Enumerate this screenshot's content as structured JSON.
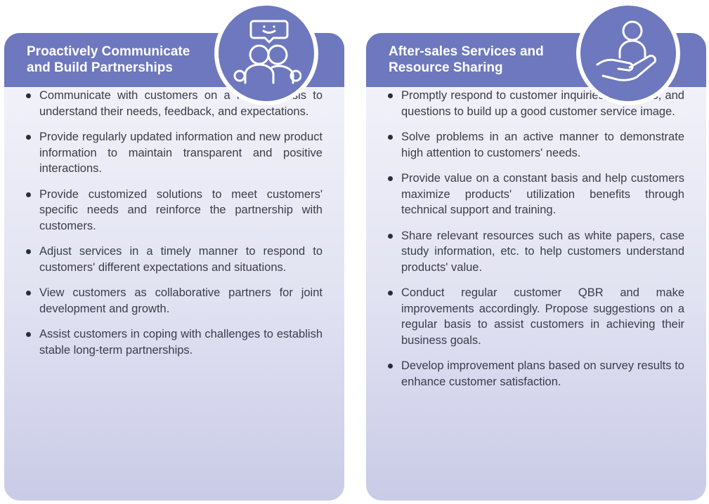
{
  "colors": {
    "header": "#6e78be",
    "card_top": "#f5f5fb",
    "card_bottom": "#c9cbe7",
    "text": "#3c3c4a",
    "title_text": "#ffffff"
  },
  "left_card": {
    "title_line1": "Proactively Communicate",
    "title_line2": "and Build Partnerships",
    "icon": "people-chat-icon",
    "bullets": [
      "Communicate with customers on a regular basis to understand their needs, feedback, and expectations.",
      "Provide regularly updated information and new product information to maintain transparent and positive interactions.",
      "Provide customized solutions to meet customers' specific needs and reinforce the partnership with customers.",
      "Adjust services in a timely manner to respond to customers' different expectations and situations.",
      "View customers as collaborative partners for joint development and growth.",
      "Assist customers in coping with challenges to establish stable long-term partnerships."
    ]
  },
  "right_card": {
    "title_line1": "After-sales Services and",
    "title_line2": "Resource Sharing",
    "icon": "hand-person-icon",
    "bullets": [
      "Promptly respond to customer inquiries, concerns, and questions to build up a good customer service image.",
      "Solve problems in an active manner to demonstrate high attention to customers' needs.",
      "Provide value on a constant basis and help customers maximize products' utilization benefits through technical support and training.",
      "Share relevant resources such as white papers, case study information, etc. to help customers understand products' value.",
      "Conduct regular customer QBR and make improvements accordingly. Propose suggestions on a regular basis to assist customers in achieving their business goals.",
      "Develop improvement plans based on survey results to enhance customer satisfaction."
    ]
  }
}
